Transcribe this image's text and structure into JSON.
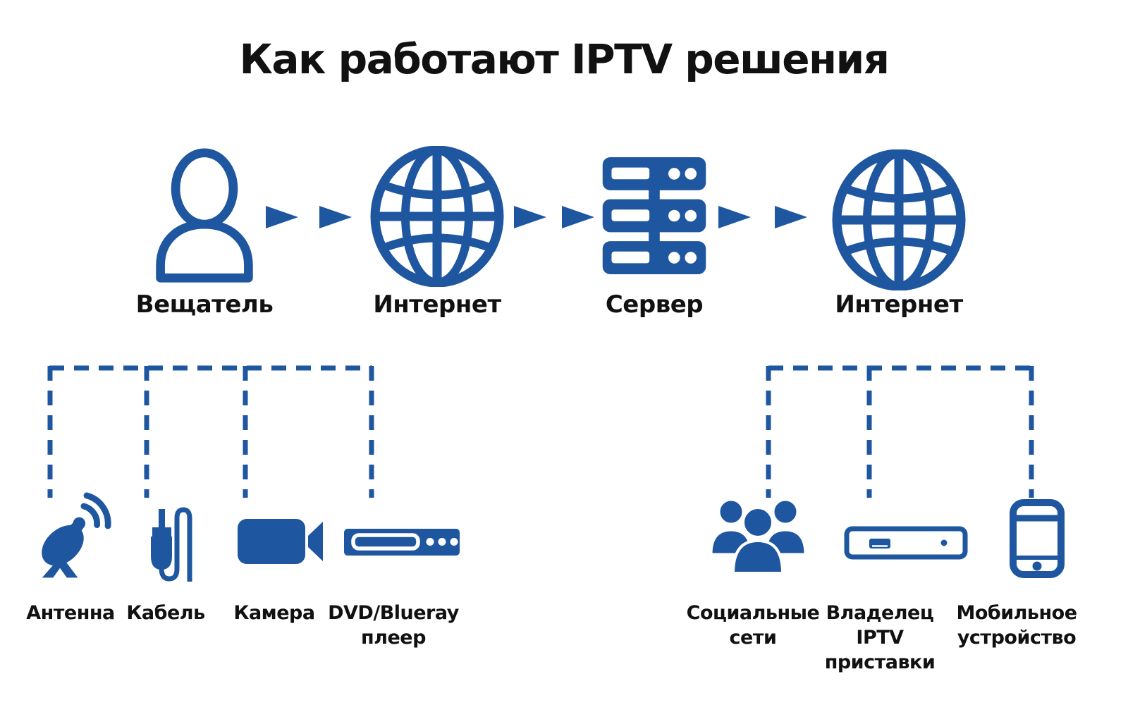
{
  "colors": {
    "accent": "#1E56A0",
    "text": "#111111",
    "background": "#FFFFFF"
  },
  "title": "Как работают IPTV решения",
  "flow": {
    "nodes": [
      {
        "id": "broadcaster",
        "label": "Вещатель",
        "icon": "person-icon"
      },
      {
        "id": "internet-1",
        "label": "Интернет",
        "icon": "globe-icon"
      },
      {
        "id": "server",
        "label": "Сервер",
        "icon": "server-icon"
      },
      {
        "id": "internet-2",
        "label": "Интернет",
        "icon": "globe-icon"
      }
    ],
    "arrow_icon": "arrow-right-icon"
  },
  "sources": {
    "items": [
      {
        "id": "antenna",
        "label": "Антенна",
        "icon": "satellite-dish-icon"
      },
      {
        "id": "cable",
        "label": "Кабель",
        "icon": "cable-plug-icon"
      },
      {
        "id": "camera",
        "label": "Камера",
        "icon": "video-camera-icon"
      },
      {
        "id": "dvd",
        "label": "DVD/Blueray плеер",
        "icon": "dvd-player-icon"
      }
    ]
  },
  "consumers": {
    "items": [
      {
        "id": "social",
        "label": "Социальные сети",
        "icon": "people-group-icon"
      },
      {
        "id": "stb",
        "label": "Владелец IPTV приставки",
        "icon": "set-top-box-icon"
      },
      {
        "id": "mobile",
        "label": "Мобильное устройство",
        "icon": "smartphone-icon"
      }
    ]
  }
}
